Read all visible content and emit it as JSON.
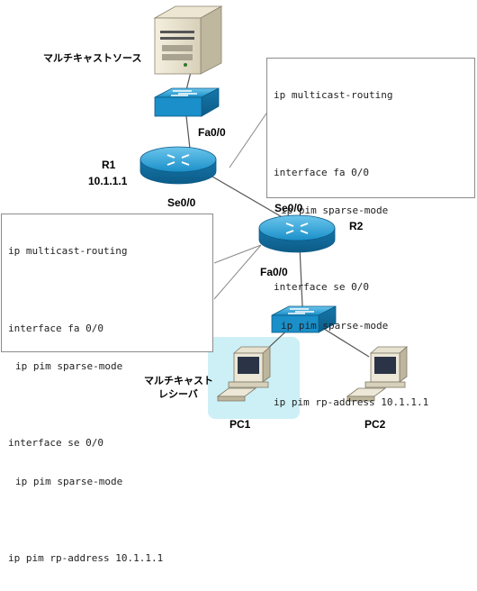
{
  "devices": {
    "source_label": "マルチキャストソース",
    "r1_name": "R1",
    "r1_ip": "10.1.1.1",
    "r1_fa": "Fa0/0",
    "r1_se": "Se0/0",
    "r2_name": "R2",
    "r2_se": "Se0/0",
    "r2_fa": "Fa0/0",
    "receiver_label_line1": "マルチキャスト",
    "receiver_label_line2": "レシーバ",
    "pc1": "PC1",
    "pc2": "PC2"
  },
  "r1_config": {
    "l1": "ip multicast-routing",
    "l2": "interface fa 0/0",
    "l3": "ip pim sparse-mode",
    "l4": "interface se 0/0",
    "l5": "ip pim sparse-mode",
    "l6": "ip pim rp-address 10.1.1.1"
  },
  "r2_config": {
    "l1": "ip multicast-routing",
    "l2": "interface fa 0/0",
    "l3": "ip pim sparse-mode",
    "l4": "interface se 0/0",
    "l5": "ip pim sparse-mode",
    "l6": "ip pim rp-address 10.1.1.1"
  },
  "colors": {
    "device_blue": "#1a8fc9",
    "receiver_highlight": "#cdf0f6"
  }
}
